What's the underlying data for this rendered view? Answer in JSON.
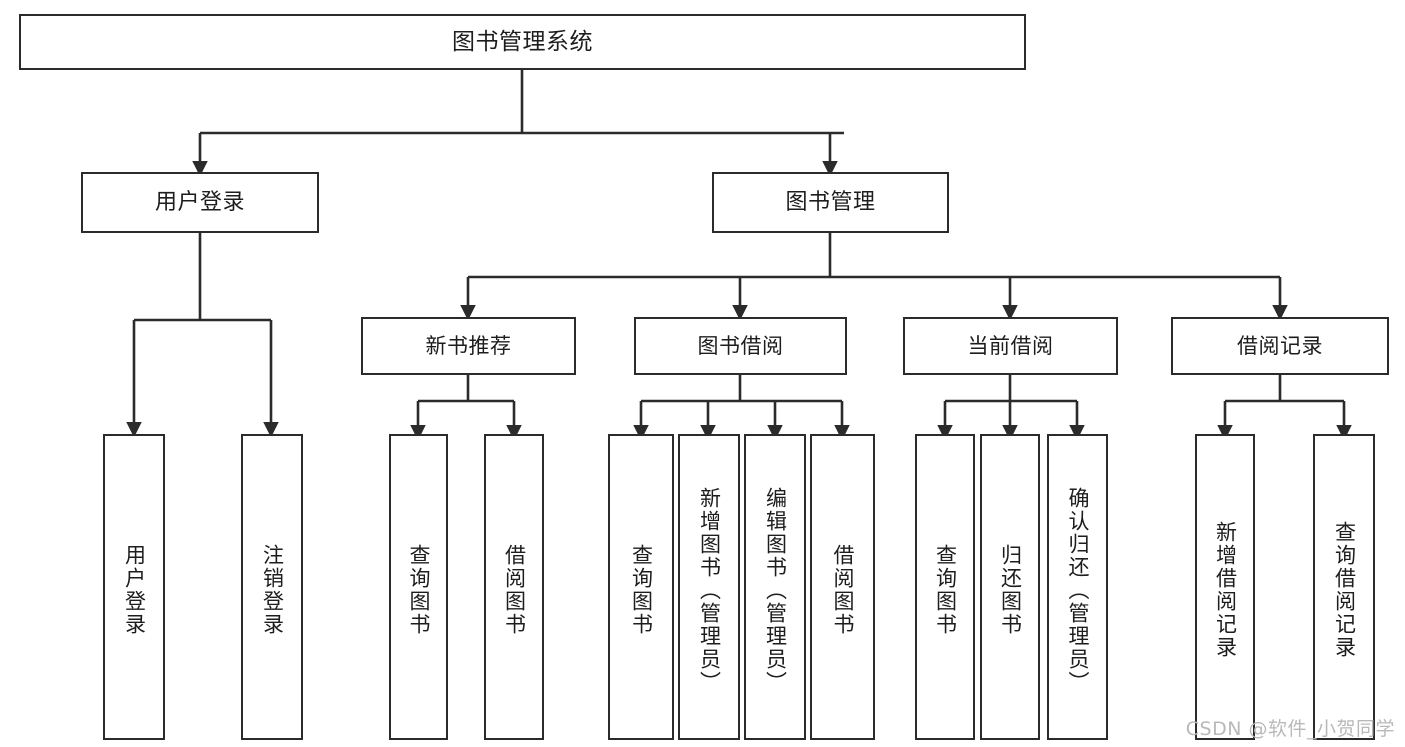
{
  "diagram": {
    "title": "图书管理系统",
    "watermark": "CSDN @软件_小贺同学",
    "accent_color": "#2b2b2b",
    "background_color": "#ffffff",
    "text_color": "#1d1d1d"
  },
  "nodes": {
    "root": {
      "label": "图书管理系统"
    },
    "level2": [
      {
        "label": "用户登录"
      },
      {
        "label": "图书管理"
      }
    ],
    "level3": [
      {
        "label": "新书推荐"
      },
      {
        "label": "图书借阅"
      },
      {
        "label": "当前借阅"
      },
      {
        "label": "借阅记录"
      }
    ],
    "leaves": {
      "user_login": [
        {
          "label": "用户登录"
        },
        {
          "label": "注销登录"
        }
      ],
      "new_book": [
        {
          "label": "查询图书"
        },
        {
          "label": "借阅图书"
        }
      ],
      "book_borrow": [
        {
          "label": "查询图书"
        },
        {
          "label": "新增图书（管理员）"
        },
        {
          "label": "编辑图书（管理员）"
        },
        {
          "label": "借阅图书"
        }
      ],
      "current_borrow": [
        {
          "label": "查询图书"
        },
        {
          "label": "归还图书"
        },
        {
          "label": "确认归还（管理员）"
        }
      ],
      "borrow_record": [
        {
          "label": "新增借阅记录"
        },
        {
          "label": "查询借阅记录"
        }
      ]
    }
  }
}
